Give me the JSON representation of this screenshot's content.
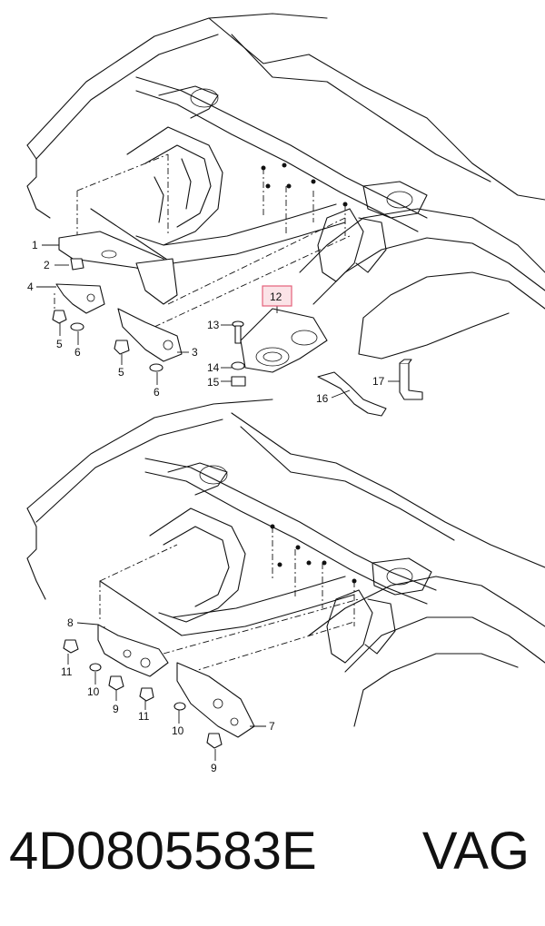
{
  "callouts": {
    "c1": "1",
    "c2": "2",
    "c3": "3",
    "c4": "4",
    "c5a": "5",
    "c5b": "5",
    "c6a": "6",
    "c6b": "6",
    "c7": "7",
    "c8": "8",
    "c9a": "9",
    "c9b": "9",
    "c10a": "10",
    "c10b": "10",
    "c11a": "11",
    "c11b": "11",
    "c12": "12",
    "c13": "13",
    "c14": "14",
    "c15": "15",
    "c16": "16",
    "c17": "17"
  },
  "highlight_color": "#e4607a",
  "caption": {
    "part_number": "4D0805583E",
    "brand": "VAG"
  }
}
